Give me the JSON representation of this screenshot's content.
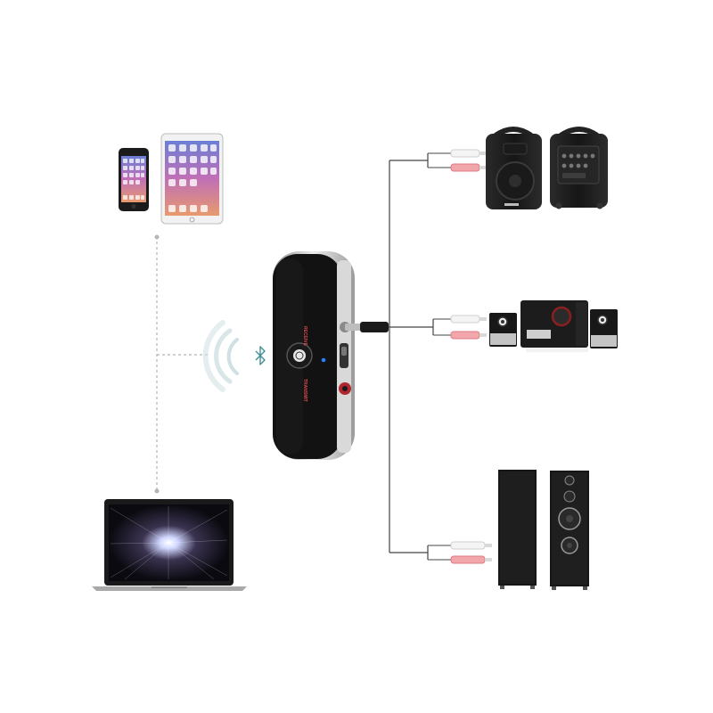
{
  "device": {
    "label_receive": "RECEIVE",
    "label_transmit": "TRANSMIT",
    "bluetooth_glyph": "ʙ",
    "colors": {
      "body": "#111111",
      "frame": "#c9c9c9",
      "receive_accent": "#d0343c",
      "transmit_accent": "#d0343c",
      "status_led": "#2a7fff"
    }
  },
  "sources": {
    "items": [
      "smartphone",
      "tablet",
      "laptop"
    ],
    "connection": "bluetooth-wireless",
    "line_style": "dashed"
  },
  "outputs": {
    "items": [
      "portable-pa-speakers",
      "2.1-desktop-speaker-system",
      "floor-standing-tower-speakers"
    ],
    "connection": "3.5mm-to-rca-cable",
    "rca_colors": [
      "#ffffff",
      "#e8636a"
    ]
  },
  "signal_icon": "bluetooth-icon"
}
